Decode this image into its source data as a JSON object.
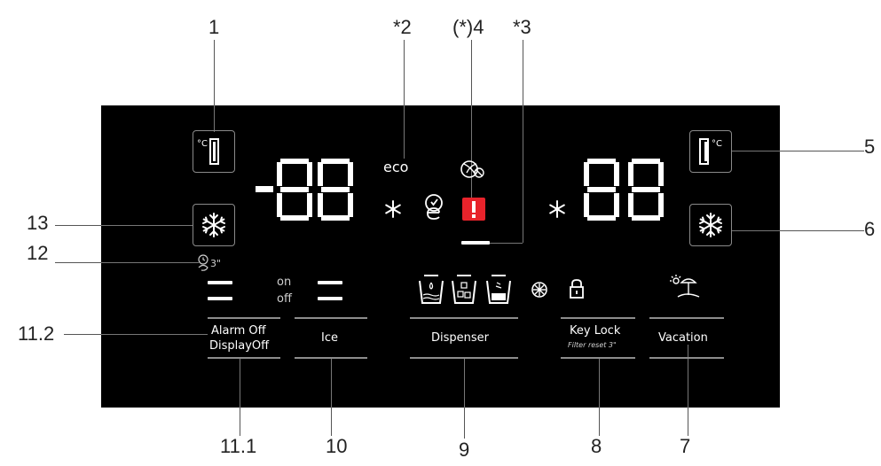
{
  "callouts": {
    "c1": "1",
    "c2": "*2",
    "c4": "(*)4",
    "c3": "*3",
    "c5": "5",
    "c6": "6",
    "c13": "13",
    "c12": "12",
    "c11_2": "11.2",
    "c11_1": "11.1",
    "c10": "10",
    "c9": "9",
    "c8": "8",
    "c7": "7"
  },
  "panel": {
    "fridge_unit": "°C",
    "freezer_unit": "°C",
    "eco": "eco",
    "on": "on",
    "off": "off",
    "timer_hold": "3\"",
    "buttons": {
      "alarm_off": "Alarm Off",
      "display_off": "Display",
      "display_off_suffix": "Off",
      "ice": "Ice",
      "dispenser": "Dispenser",
      "key_lock": "Key Lock",
      "filter_reset": "Filter reset 3\"",
      "vacation": "Vacation"
    }
  },
  "colors": {
    "panel_bg": "#000000",
    "alert": "#e8232b",
    "display_white": "#ffffff",
    "divider_gray": "#8c8c8c"
  }
}
